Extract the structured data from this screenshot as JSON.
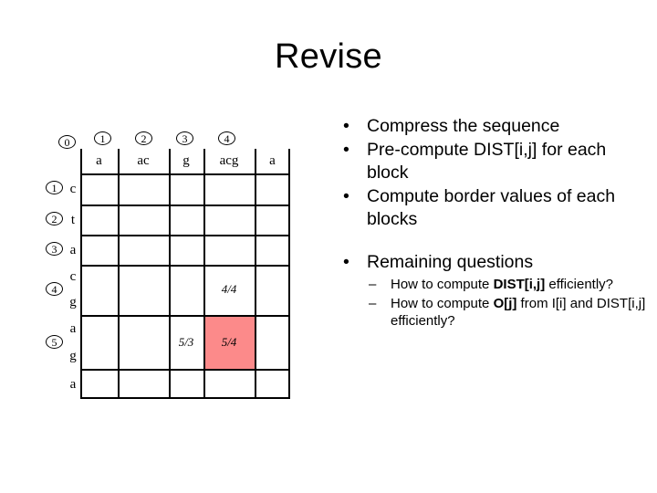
{
  "slide": {
    "title": "Revise"
  },
  "diagram": {
    "name": "dist-matrix-grid",
    "corner_index": "0",
    "column_indices": [
      "1",
      "2",
      "3",
      "4"
    ],
    "column_labels": [
      "a",
      "ac",
      "g",
      "acg",
      "a"
    ],
    "row_indices": [
      "1",
      "2",
      "3",
      "4",
      "5"
    ],
    "row_labels": [
      "c",
      "t",
      "a",
      "c",
      "g",
      "a",
      "g",
      "a"
    ],
    "cells": [
      {
        "text": "4/4",
        "row": 4,
        "col": 4,
        "highlight": false
      },
      {
        "text": "5/3",
        "row": 5,
        "col": 3,
        "highlight": false
      },
      {
        "text": "5/4",
        "row": 5,
        "col": 4,
        "highlight": true
      }
    ],
    "highlight_color": "#fc8a8a"
  },
  "bullets": {
    "marker": "•",
    "sub_marker": "–",
    "group1": [
      "Compress the sequence",
      "Pre-compute DIST[i,j] for each block",
      "Compute border values of each blocks"
    ],
    "group2_heading": "Remaining questions",
    "group2": [
      {
        "pre": "How to compute ",
        "bold": "DIST[i,j]",
        "post": " efficiently?"
      },
      {
        "pre": "How to compute ",
        "bold": "O[j]",
        "post": " from I[i] and DIST[i,j] efficiently?"
      }
    ]
  }
}
